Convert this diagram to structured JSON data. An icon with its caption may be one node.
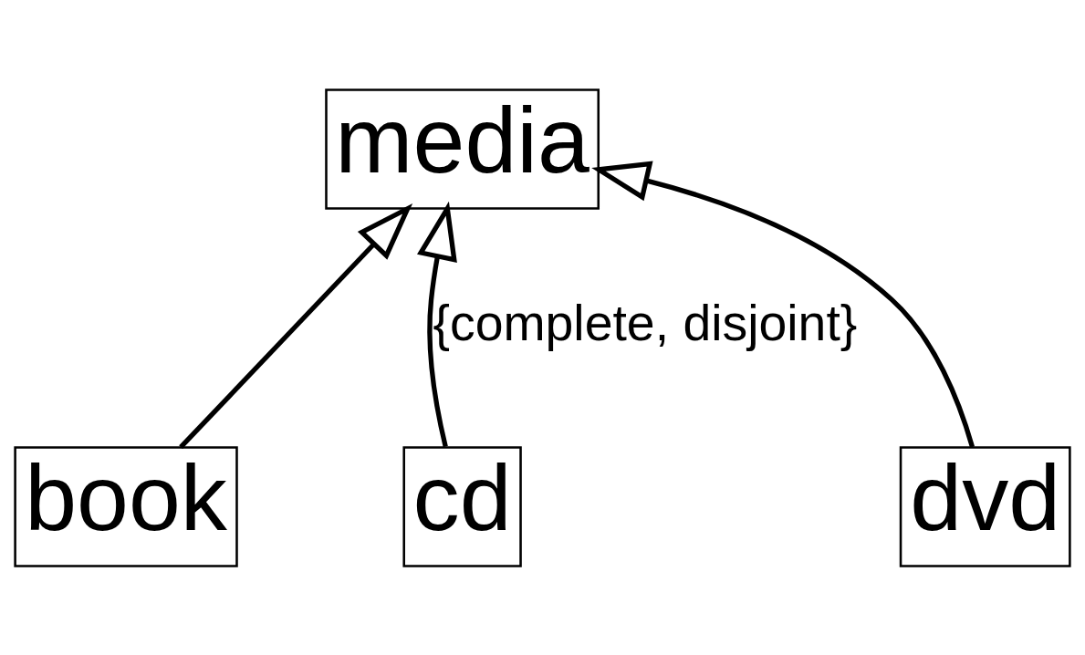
{
  "diagram": {
    "nodes": [
      {
        "text": [
          "media"
        ]
      },
      {
        "text": [
          "book"
        ]
      },
      {
        "text": [
          "cd"
        ]
      },
      {
        "text": [
          "dvd"
        ]
      }
    ],
    "edges": [
      {
        "from": 1,
        "to": 0,
        "arrow": "to"
      },
      {
        "from": 2,
        "to": 0,
        "arrow": "to",
        "label": "{complete, disjoint}"
      },
      {
        "from": 3,
        "to": 0,
        "arrow": "to"
      }
    ]
  }
}
